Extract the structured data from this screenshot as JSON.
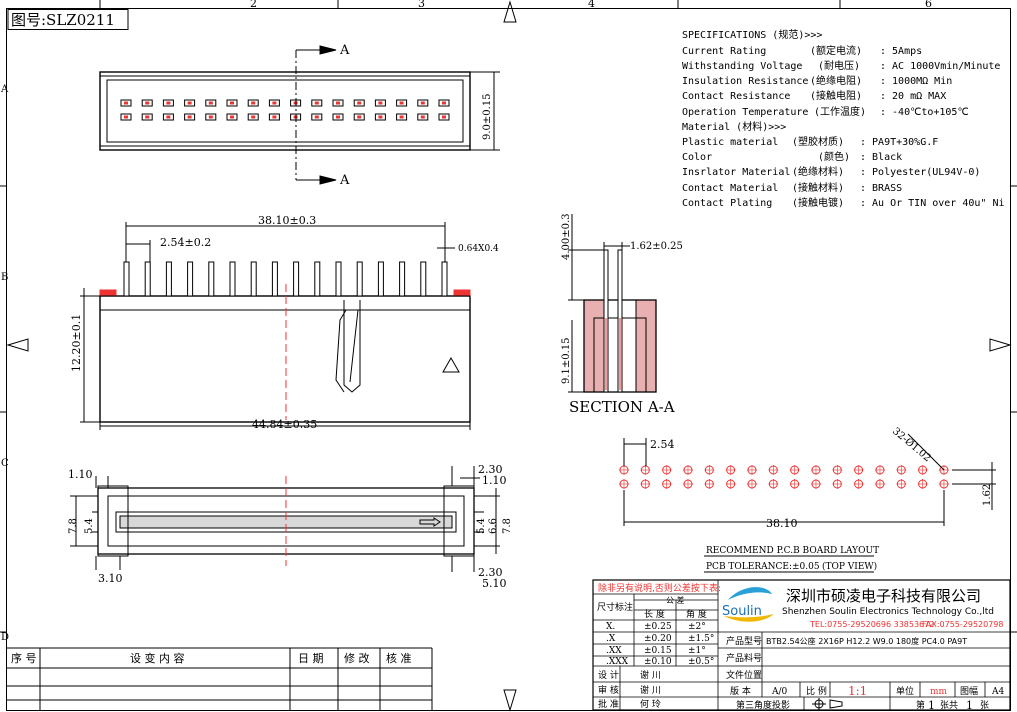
{
  "drawing_no": "图号:SLZ0211",
  "grid_cols": [
    "2",
    "3",
    "4",
    "6"
  ],
  "grid_rows": [
    "A",
    "B",
    "C",
    "D"
  ],
  "specs": {
    "heading": "SPECIFICATIONS (规范)>>>",
    "rows": [
      {
        "label": "Current Rating",
        "cn": "(额定电流)",
        "value": ": 5Amps"
      },
      {
        "label": "Withstanding Voltage",
        "cn": "(耐电压)",
        "value": ": AC 1000Vmin/Minute"
      },
      {
        "label": "Insulation Resistance",
        "cn": "(绝缘电阻)",
        "value": ": 1000MΩ Min"
      },
      {
        "label": "Contact Resistance",
        "cn": "(接触电阻)",
        "value": ": 20 mΩ MAX"
      },
      {
        "label": "Operation Temperature",
        "cn": "(工作温度)",
        "value": ": -40℃to+105℃"
      }
    ],
    "material_heading": "Material (材料)>>>",
    "material_rows": [
      {
        "label": "Plastic material",
        "cn": "(塑胶材质)",
        "value": ": PA9T+30%G.F"
      },
      {
        "label": "Color",
        "cn": "(颜色)",
        "value": ": Black"
      },
      {
        "label": "Insrlator Material",
        "cn": "(绝缘材料)",
        "value": ": Polyester(UL94V-0)"
      },
      {
        "label": "Contact Material",
        "cn": "(接触材料)",
        "value": ": BRASS"
      },
      {
        "label": "Contact Plating",
        "cn": "(接触电镀)",
        "value": ": Au Or TIN over 40u\" Ni"
      }
    ]
  },
  "dims": {
    "section_mark": "A",
    "top_height": "9.0±0.15",
    "pin_span": "38.10±0.3",
    "pitch": "2.54±0.2",
    "pin_width": "0.64X0.4",
    "front_height": "12.20±0.1",
    "overall_length": "44.84±0.35",
    "side_pin": "4.00±0.3",
    "side_pin_w": "1.62±0.25",
    "side_height": "9.1±0.15",
    "section_label": "SECTION A-A",
    "bottom_dims": [
      "1.10",
      "7.8",
      "5.4",
      "3.10",
      "2.30",
      "1.10",
      "5.4",
      "6.6",
      "7.8",
      "2.30",
      "5.10"
    ],
    "pcb_pitch": "2.54",
    "pcb_holes": "32-Ø1.02",
    "pcb_row": "1.62",
    "pcb_span": "38.10",
    "pcb_title": "RECOMMEND P.C.B BOARD LAYOUT",
    "pcb_tol": "PCB TOLERANCE:±0.05",
    "pcb_view": "(TOP VIEW)"
  },
  "company": {
    "name_cn": "深圳市硕凌电子科技有限公司",
    "name_en": "Shenzhen Soulin Electronics Technology Co.,ltd",
    "tel": "TEL:0755-29520696 33853672",
    "fax": "FAX:0755-29520798",
    "logo_text": "Soulin"
  },
  "tolerance": {
    "note": "除非另有说明,否则公差按下表:",
    "header": "公 差",
    "label": "尺寸标注",
    "col_len": "长 度",
    "col_ang": "角 度",
    "rows": [
      {
        "k": "X.",
        "len": "±0.25",
        "ang": "±2°"
      },
      {
        "k": ".X",
        "len": "±0.20",
        "ang": "±1.5°"
      },
      {
        "k": ".XX",
        "len": "±0.15",
        "ang": "±1°"
      },
      {
        "k": ".XXX",
        "len": "±0.10",
        "ang": "±0.5°"
      }
    ]
  },
  "title": {
    "product_model_label": "产品型号",
    "product_model": "BTB2.54公座 2X16P H12.2 W9.0 180度 PC4.0 PA9T",
    "material_no_label": "产品料号",
    "file_pos_label": "文件位置",
    "design_label": "设 计",
    "design_name": "谢 川",
    "review_label": "审 核",
    "review_name": "谢 川",
    "approve_label": "批 准",
    "approve_name": "何 玲",
    "version_label": "版 本",
    "version": "A/0",
    "scale_label": "比 例",
    "scale": "1:1",
    "unit_label": "单位",
    "unit": "mm",
    "size_label": "图幅",
    "size": "A4",
    "projection": "第三角度投影",
    "page_prefix": "第",
    "page_no": "1",
    "page_mid": "张共",
    "page_total": "1",
    "page_suffix": "张"
  },
  "revision": {
    "cols": [
      "序 号",
      "设 变 内 容",
      "日 期",
      "修 改",
      "核 准"
    ]
  }
}
